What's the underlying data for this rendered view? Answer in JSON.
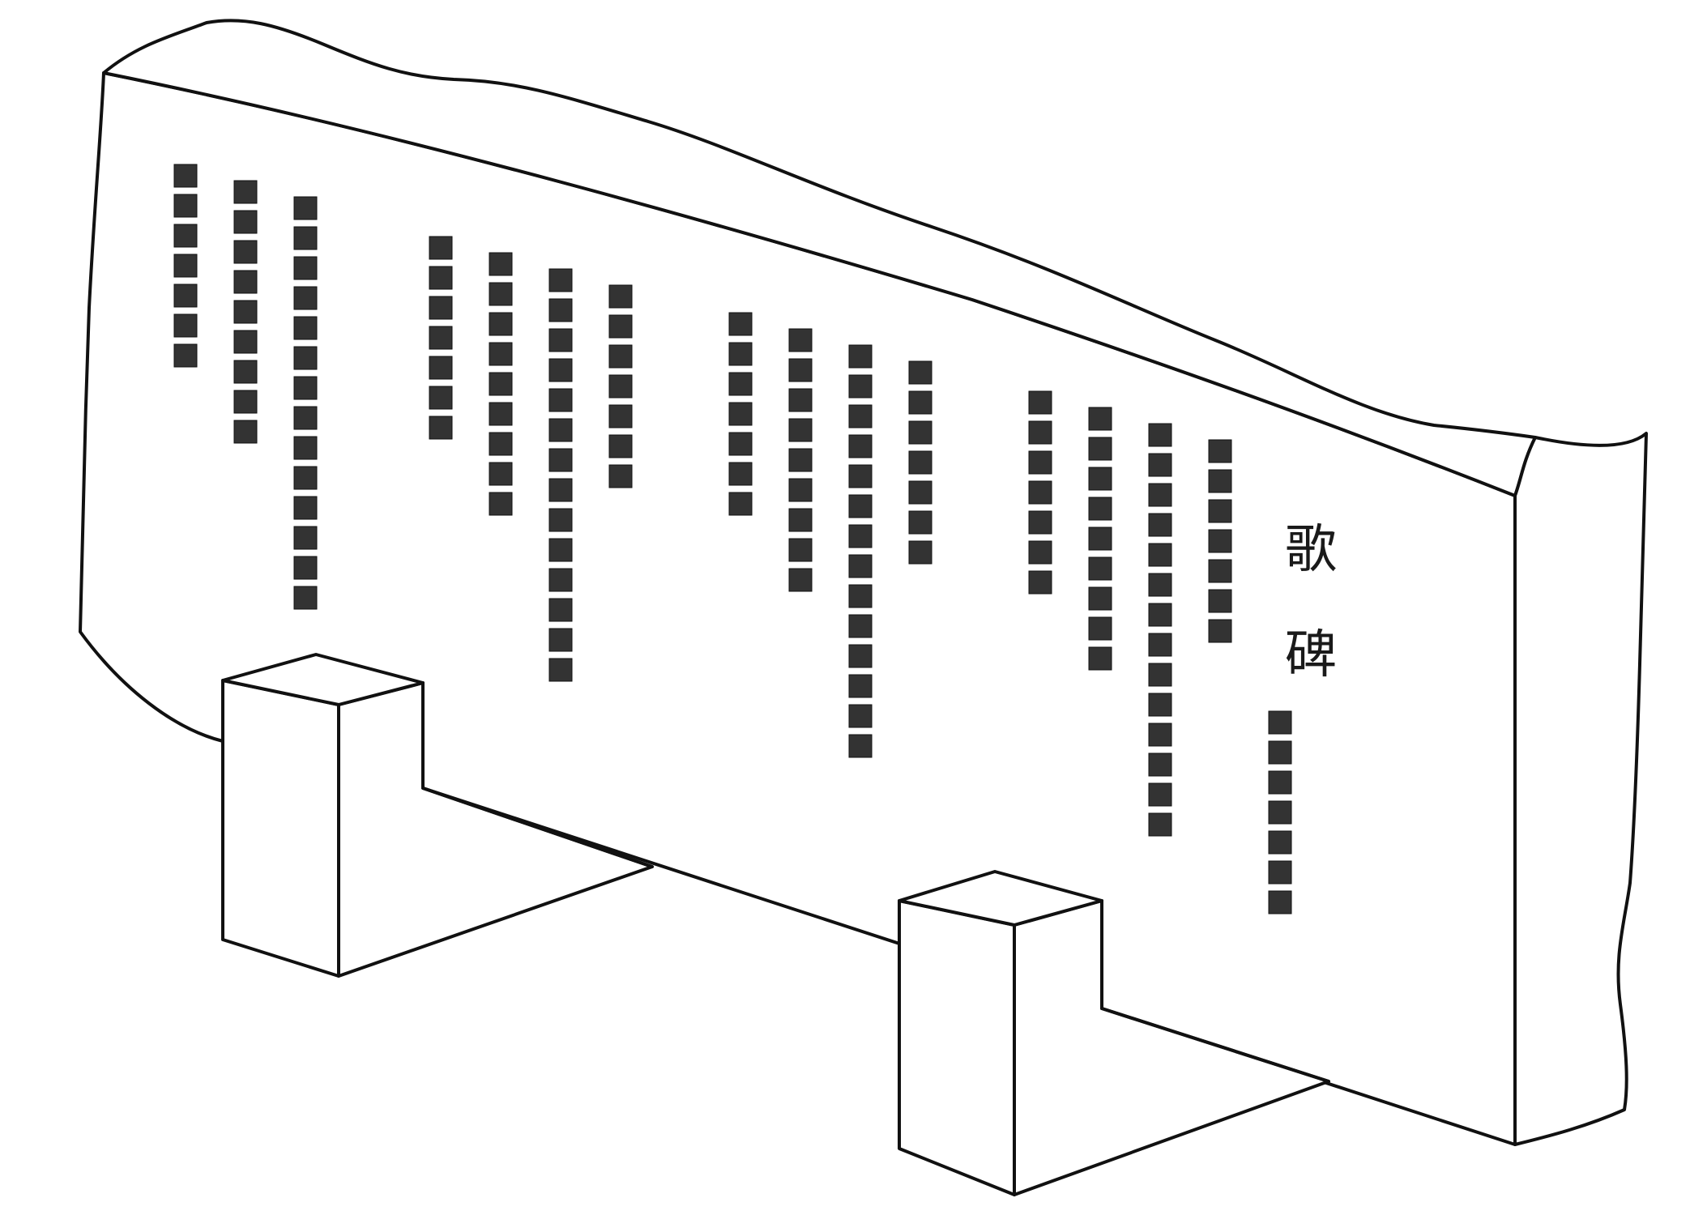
{
  "inscription": {
    "title_chars": [
      "歌",
      "碑"
    ],
    "glyph_color": "#333333",
    "columns": [
      {
        "group": 1,
        "cells": 7
      },
      {
        "group": 1,
        "cells": 9
      },
      {
        "group": 1,
        "cells": 14
      },
      {
        "group": 2,
        "cells": 7
      },
      {
        "group": 2,
        "cells": 9
      },
      {
        "group": 2,
        "cells": 14
      },
      {
        "group": 2,
        "cells": 7
      },
      {
        "group": 3,
        "cells": 7
      },
      {
        "group": 3,
        "cells": 9
      },
      {
        "group": 3,
        "cells": 14
      },
      {
        "group": 3,
        "cells": 7
      },
      {
        "group": 4,
        "cells": 7
      },
      {
        "group": 4,
        "cells": 9
      },
      {
        "group": 4,
        "cells": 14
      },
      {
        "group": 4,
        "cells": 7
      },
      {
        "group": 5,
        "cells": 7
      }
    ]
  },
  "colors": {
    "line": "#111111",
    "paper": "#ffffff"
  }
}
